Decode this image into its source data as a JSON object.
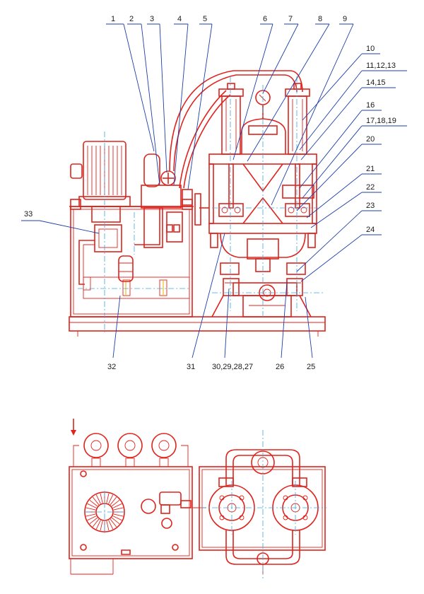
{
  "colors": {
    "drawing": "#e0231c",
    "leader": "#1c3fa8",
    "centerline": "#3aa9e0",
    "background": "#ffffff"
  },
  "callouts": {
    "c1": "1",
    "c2": "2",
    "c3": "3",
    "c4": "4",
    "c5": "5",
    "c6": "6",
    "c7": "7",
    "c8": "8",
    "c9": "9",
    "c10": "10",
    "c11": "11,12,13",
    "c14": "14,15",
    "c16": "16",
    "c17": "17,18,19",
    "c20": "20",
    "c21": "21",
    "c22": "22",
    "c23": "23",
    "c24": "24",
    "c25": "25",
    "c26": "26",
    "c27": "30,29,28,27",
    "c31": "31",
    "c32": "32",
    "c33": "33"
  }
}
